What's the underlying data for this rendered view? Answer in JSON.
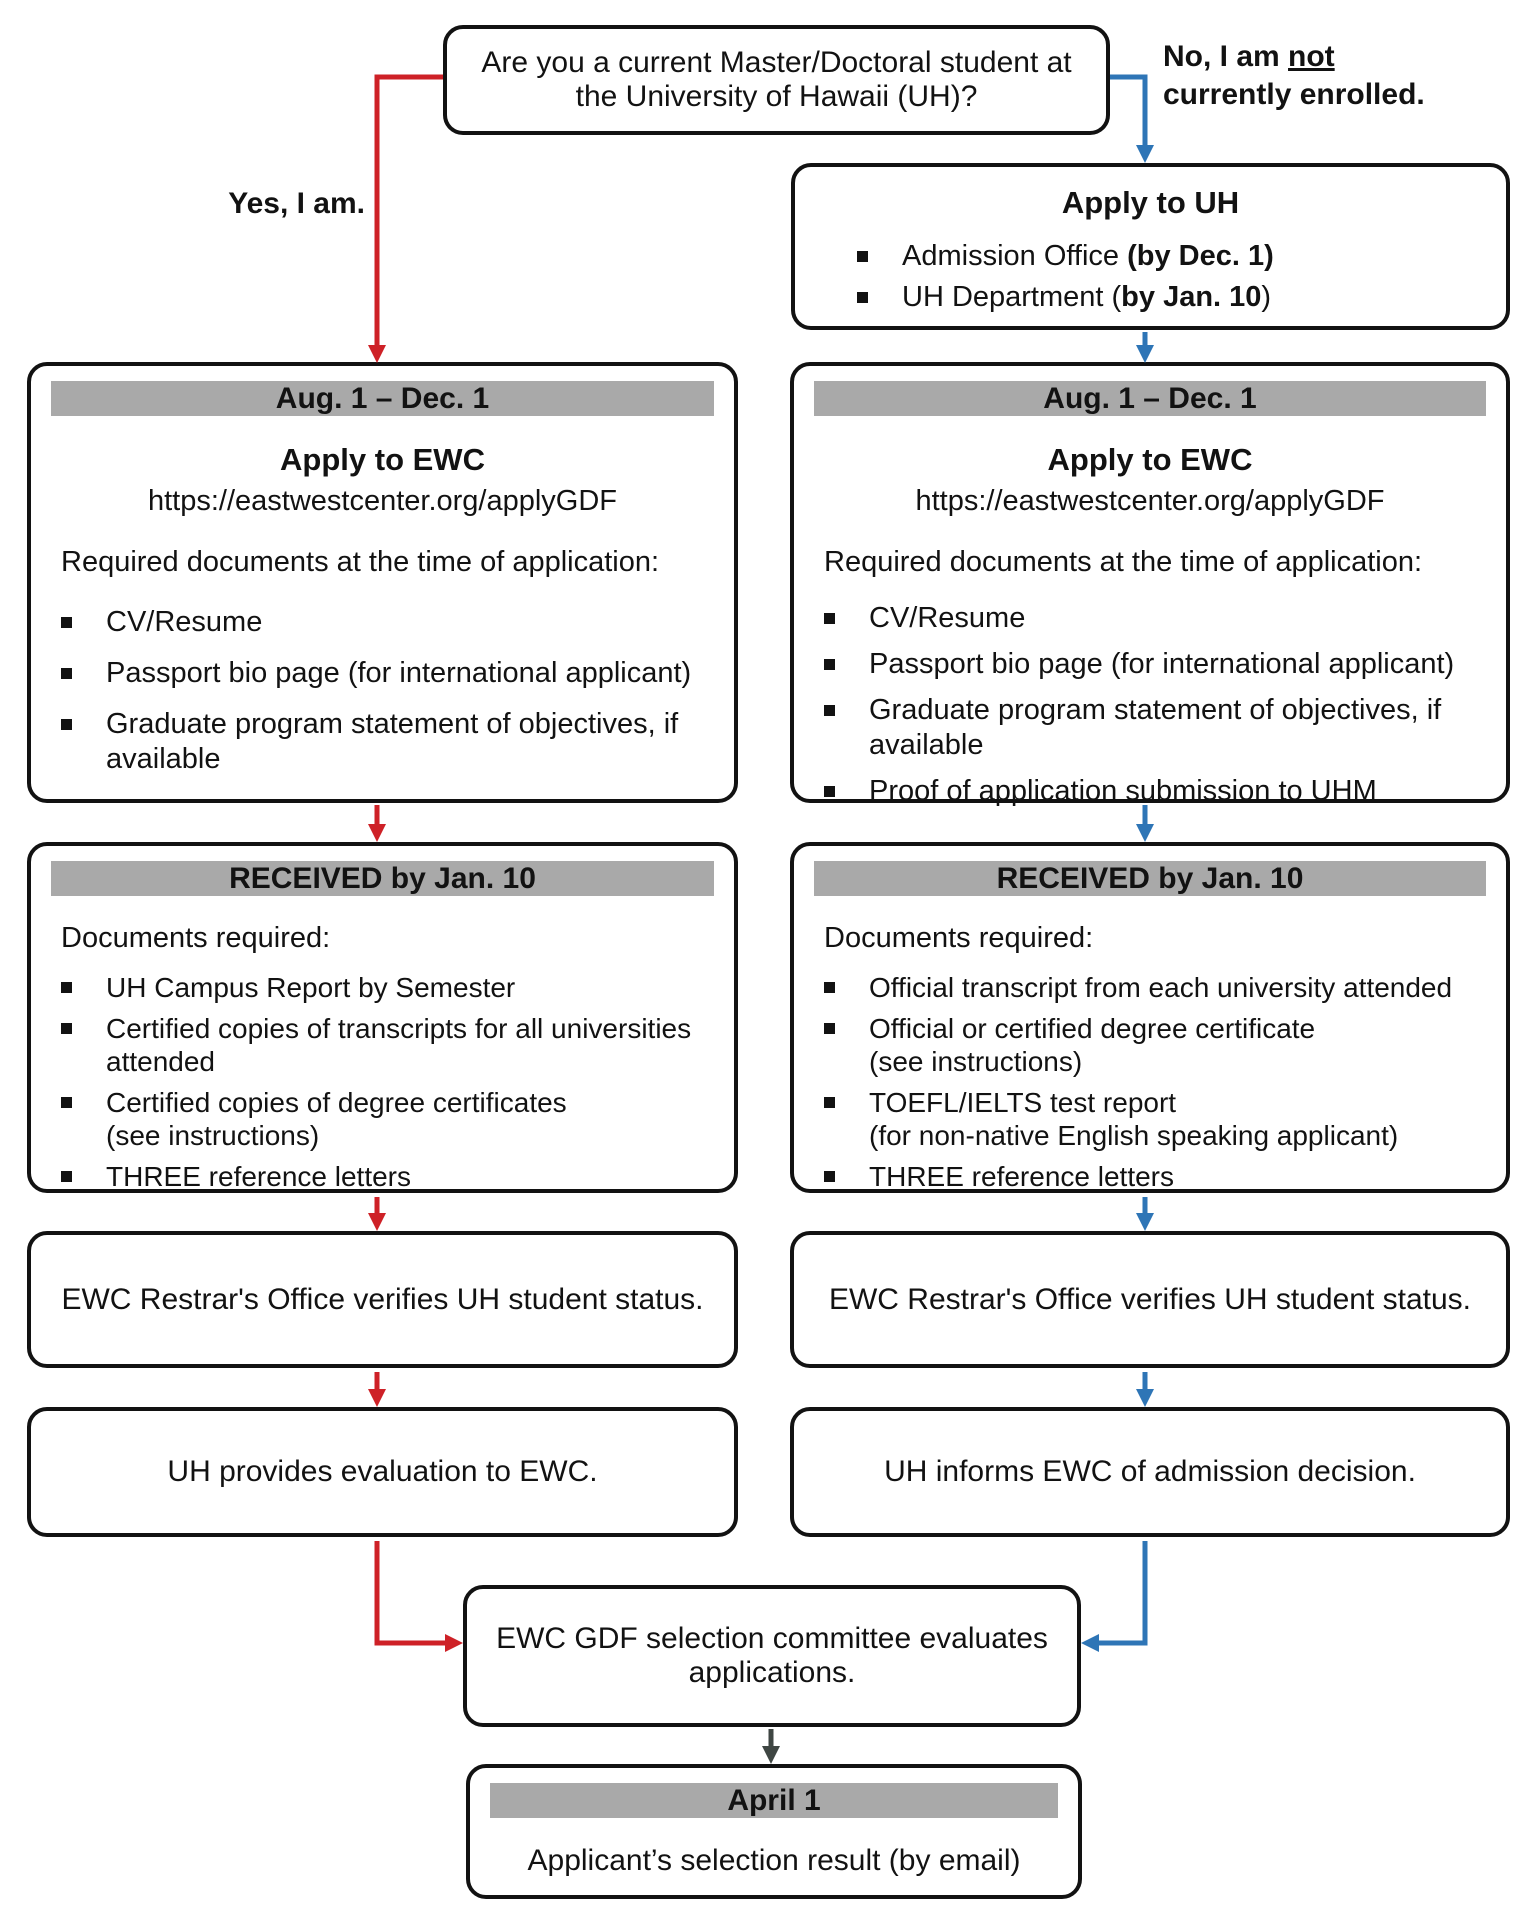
{
  "colors": {
    "red": "#ce2127",
    "blue": "#2e75b6",
    "dark": "#3f4643",
    "gray_bar": "#a9a9a9"
  },
  "question": {
    "text": "Are you a current Master/Doctoral student at the University of Hawaii (UH)?"
  },
  "labels": {
    "yes": "Yes, I am.",
    "no_line1_pre": "No, I am ",
    "no_line1_underlined": "not",
    "no_line2": "currently enrolled."
  },
  "apply_uh": {
    "title": "Apply to UH",
    "bullets": [
      {
        "pre": "Admission Office ",
        "bold": "(by Dec. 1)",
        "post": ""
      },
      {
        "pre": "UH Department (",
        "bold": "by Jan. 10",
        "post": ")"
      }
    ]
  },
  "apply_ewc_left": {
    "header": "Aug. 1 – Dec. 1",
    "title": "Apply to EWC",
    "url": "https://eastwestcenter.org/applyGDF",
    "intro": "Required documents at the time of application:",
    "bullets": [
      {
        "line1": "CV/Resume",
        "line2": ""
      },
      {
        "line1": "Passport bio page (for international applicant)",
        "line2": ""
      },
      {
        "line1": "Graduate program statement of objectives, if available",
        "line2": ""
      }
    ]
  },
  "apply_ewc_right": {
    "header": "Aug. 1 – Dec. 1",
    "title": "Apply to EWC",
    "url": "https://eastwestcenter.org/applyGDF",
    "intro": "Required documents at the time of application:",
    "bullets": [
      {
        "line1": "CV/Resume",
        "line2": ""
      },
      {
        "line1": "Passport bio page (for international applicant)",
        "line2": ""
      },
      {
        "line1": "Graduate program statement of objectives, if available",
        "line2": ""
      },
      {
        "line1": "Proof of application submission to UHM",
        "line2": ""
      }
    ]
  },
  "received_left": {
    "header": "RECEIVED by Jan. 10",
    "intro": "Documents required:",
    "bullets": [
      {
        "line1": "UH Campus Report by Semester",
        "line2": ""
      },
      {
        "line1": "Certified copies of transcripts for all universities attended",
        "line2": ""
      },
      {
        "line1": "Certified copies of degree certificates",
        "line2": "(see instructions)"
      },
      {
        "line1": "THREE reference letters",
        "line2": ""
      }
    ]
  },
  "received_right": {
    "header": "RECEIVED by Jan. 10",
    "intro": "Documents required:",
    "bullets": [
      {
        "line1": "Official transcript from each university attended",
        "line2": ""
      },
      {
        "line1": "Official or certified degree certificate",
        "line2": "(see instructions)"
      },
      {
        "line1": "TOEFL/IELTS test report",
        "line2": "(for non-native English speaking applicant)"
      },
      {
        "line1": "THREE reference letters",
        "line2": ""
      }
    ]
  },
  "verify_left": {
    "text": "EWC Restrar's Office verifies UH student status."
  },
  "verify_right": {
    "text": "EWC Restrar's Office verifies UH student status."
  },
  "eval_left": {
    "text": "UH provides evaluation to EWC."
  },
  "eval_right": {
    "text": "UH informs EWC of admission decision."
  },
  "committee": {
    "text": "EWC GDF selection committee evaluates applications."
  },
  "april": {
    "header": "April 1",
    "text": "Applicant’s selection result (by email)"
  }
}
